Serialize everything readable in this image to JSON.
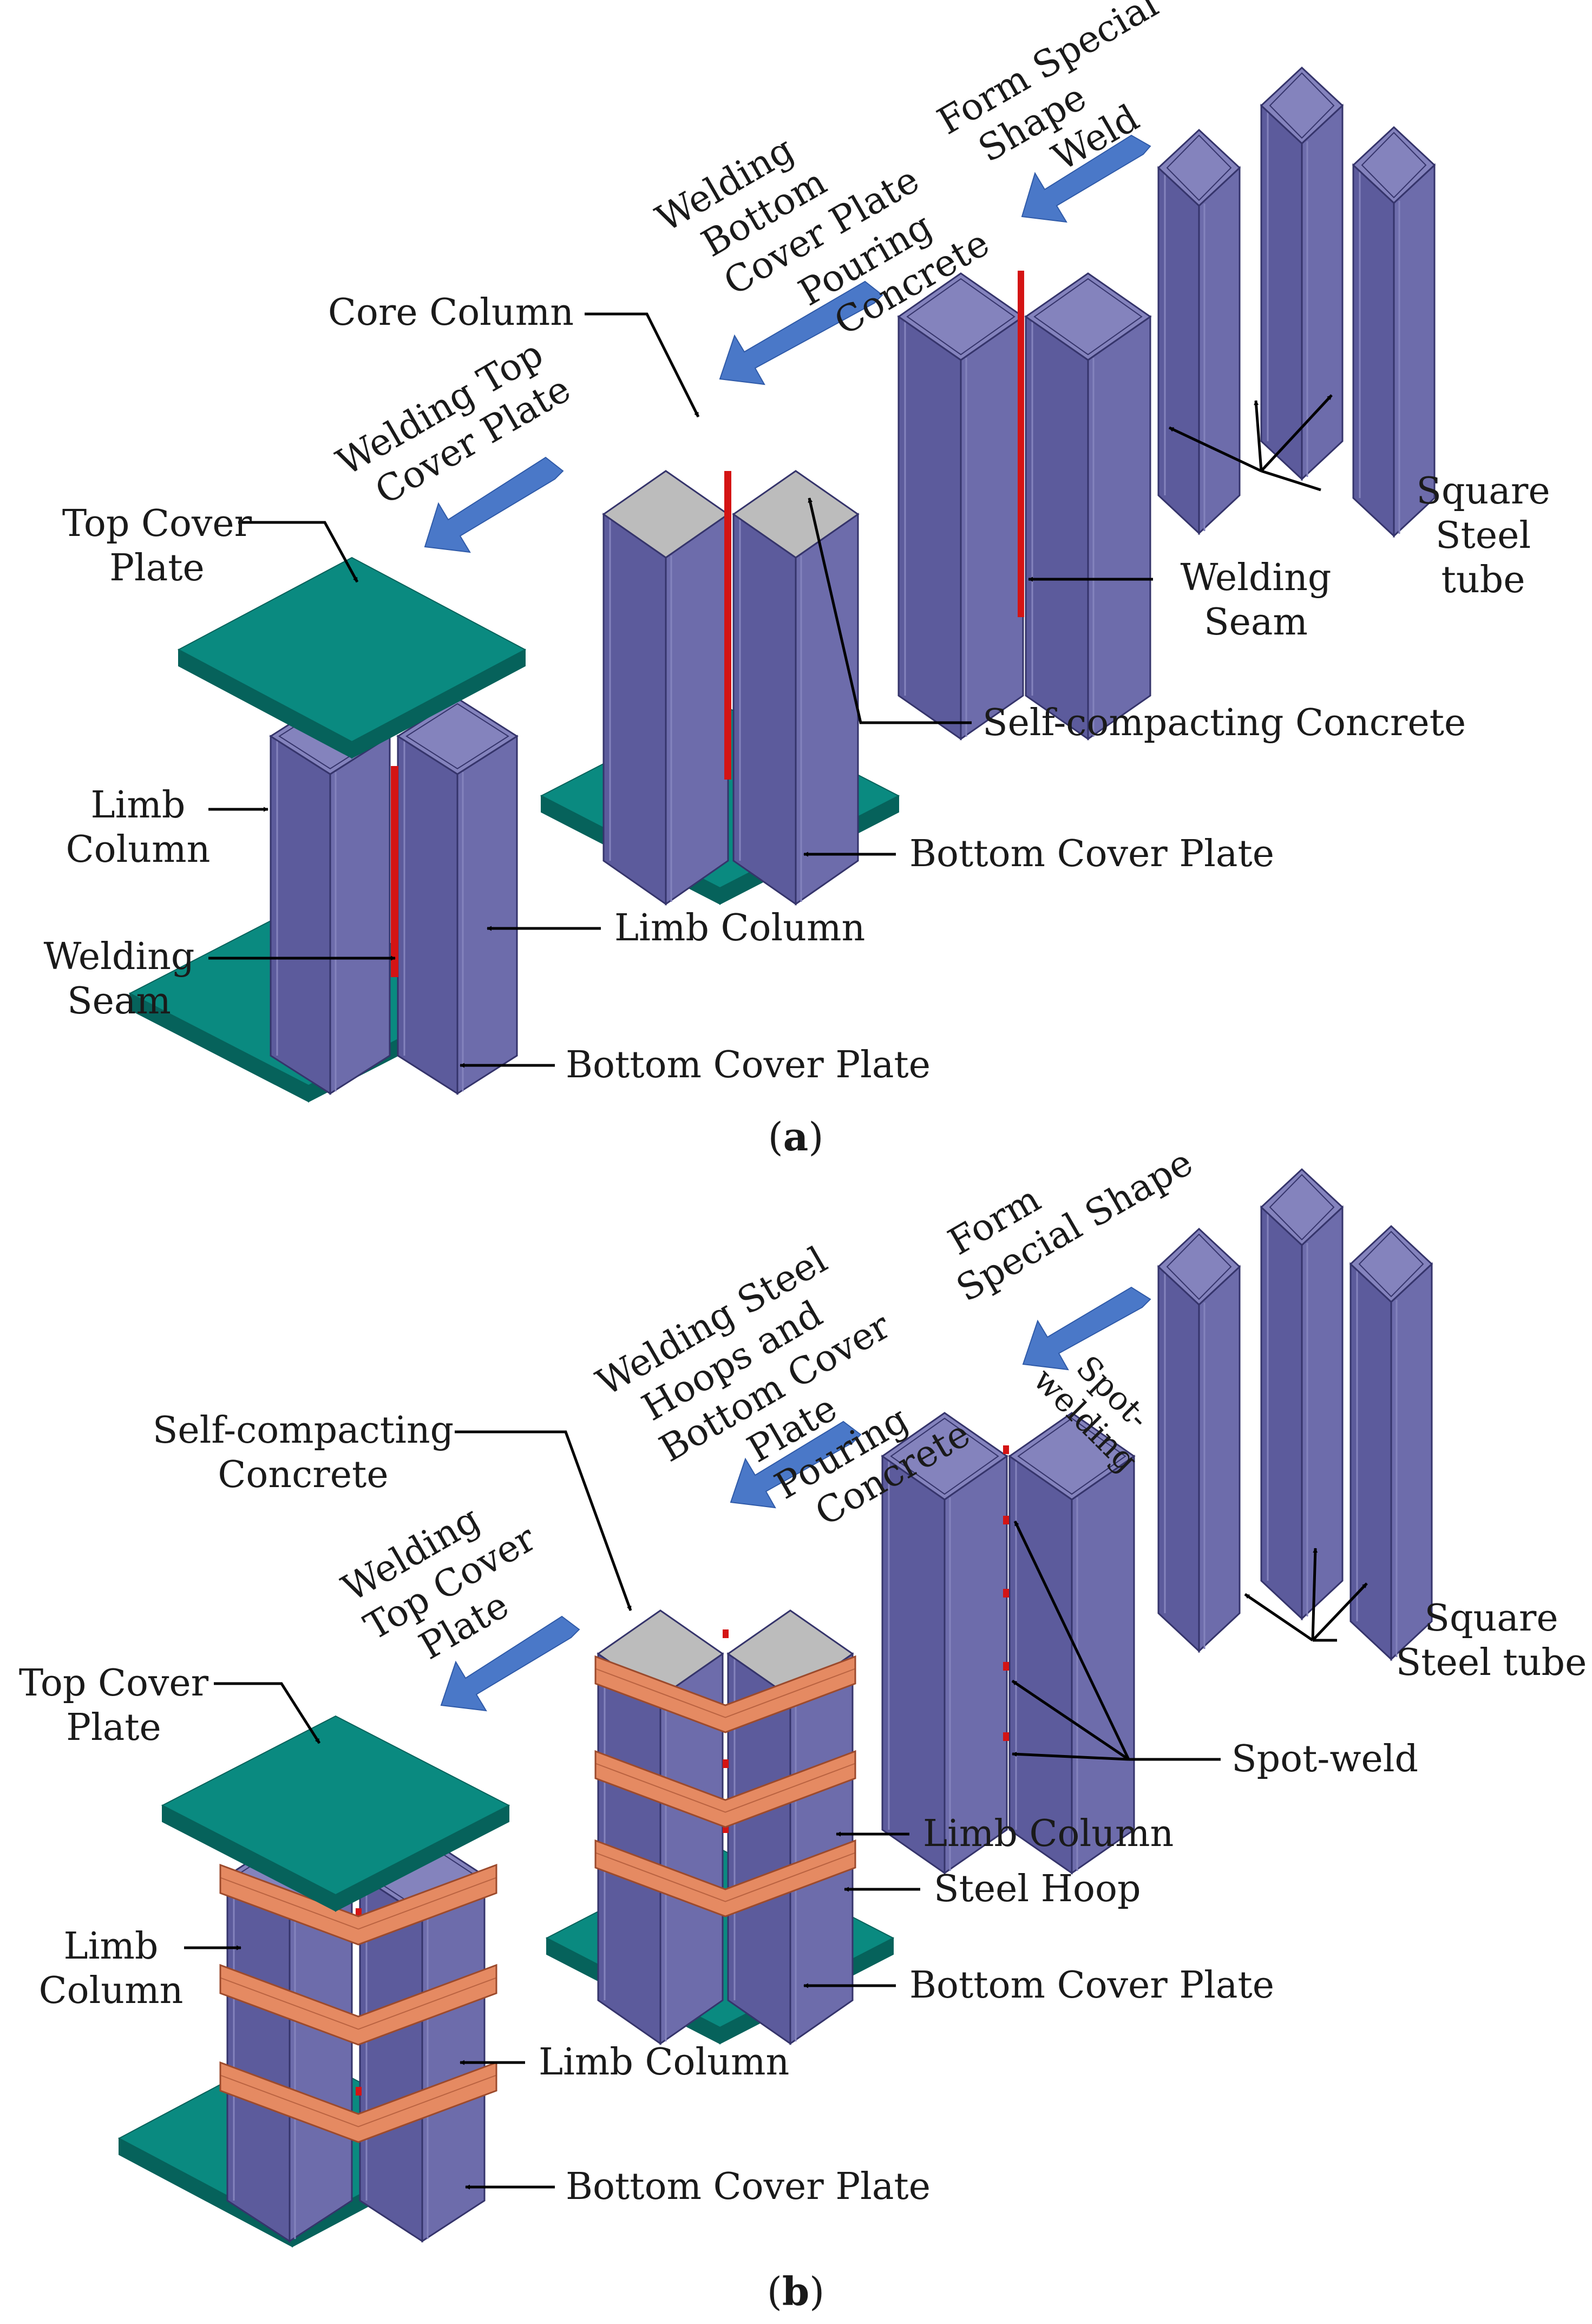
{
  "colors": {
    "tube_front": "#5c5b9c",
    "tube_side": "#6d6cab",
    "tube_top": "#8483bd",
    "tube_edge": "#35346b",
    "plate_top": "#0a8a80",
    "plate_side": "#06625b",
    "concrete": "#bcbcbc",
    "weld": "#d41414",
    "hoop": "#e58a62",
    "hoop_edge": "#9c4a2c",
    "arrow": "#4a78c8",
    "line": "#000000"
  },
  "panel_a": {
    "caption": {
      "open": "(",
      "letter": "a",
      "close": ")"
    },
    "step1": {
      "line1": "Form Special",
      "line2": "Shape",
      "line3": "Weld"
    },
    "step2": {
      "line1": "Welding",
      "line2": "Bottom",
      "line3": "Cover Plate",
      "line4": "Pouring",
      "line5": "Concrete"
    },
    "step3": {
      "line1": "Welding Top",
      "line2": "Cover Plate"
    },
    "labels": {
      "square_tube": [
        "Square",
        "Steel",
        "tube"
      ],
      "welding_seam_mid": [
        "Welding",
        "Seam"
      ],
      "core_column": "Core Column",
      "self_compacting": "Self-compacting Concrete",
      "bottom_plate_mid": "Bottom Cover Plate",
      "top_cover": [
        "Top Cover",
        "Plate"
      ],
      "limb_left": [
        "Limb",
        "Column"
      ],
      "limb_right": "Limb Column",
      "welding_seam_left": [
        "Welding",
        "Seam"
      ],
      "bottom_plate_left": "Bottom Cover Plate"
    }
  },
  "panel_b": {
    "caption": {
      "open": "(",
      "letter": "b",
      "close": ")"
    },
    "step1": {
      "line1": "Form",
      "line2": "Special Shape",
      "line3": "Spot-",
      "line4": "welding"
    },
    "step2": {
      "line1": "Welding Steel",
      "line2": "Hoops and",
      "line3": "Bottom Cover",
      "line4": "Plate",
      "line5": "Pouring",
      "line6": "Concrete"
    },
    "step3": {
      "line1": "Welding",
      "line2": "Top Cover",
      "line3": "Plate"
    },
    "labels": {
      "square_tube": [
        "Square",
        "Steel tube"
      ],
      "spot_weld": "Spot-weld",
      "self_compacting": [
        "Self-compacting",
        "Concrete"
      ],
      "limb_mid": "Limb Column",
      "steel_hoop": "Steel Hoop",
      "bottom_plate_mid": "Bottom Cover Plate",
      "top_cover": [
        "Top Cover",
        "Plate"
      ],
      "limb_left": [
        "Limb",
        "Column"
      ],
      "limb_right": "Limb Column",
      "bottom_plate_left": "Bottom Cover Plate"
    }
  }
}
